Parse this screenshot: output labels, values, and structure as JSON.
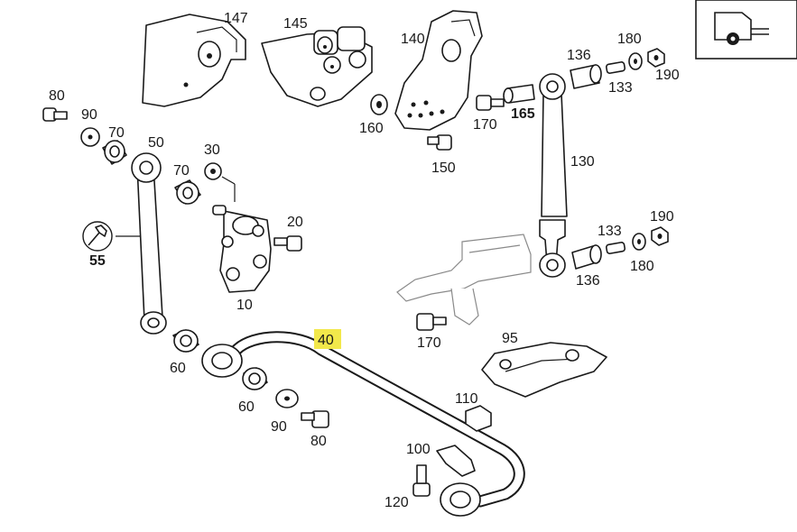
{
  "highlight_color": "#f2e84b",
  "labels": {
    "l147": "147",
    "l145": "145",
    "l140": "140",
    "l136a": "136",
    "l180a": "180",
    "l190a": "190",
    "l133a": "133",
    "l80a": "80",
    "l90a": "90",
    "l70a": "70",
    "l50": "50",
    "l160": "160",
    "l170a": "170",
    "l165": "165",
    "l150": "150",
    "l30": "30",
    "l70b": "70",
    "l130": "130",
    "l20": "20",
    "l55": "55",
    "l133b": "133",
    "l190b": "190",
    "l180b": "180",
    "l136b": "136",
    "l10": "10",
    "l40": "40",
    "l170b": "170",
    "l95": "95",
    "l60a": "60",
    "l60b": "60",
    "l110": "110",
    "l90b": "90",
    "l80b": "80",
    "l100": "100",
    "l120": "120"
  },
  "icons": {
    "truck": "truck-front-axle-icon",
    "wrench": "wrench-icon"
  }
}
